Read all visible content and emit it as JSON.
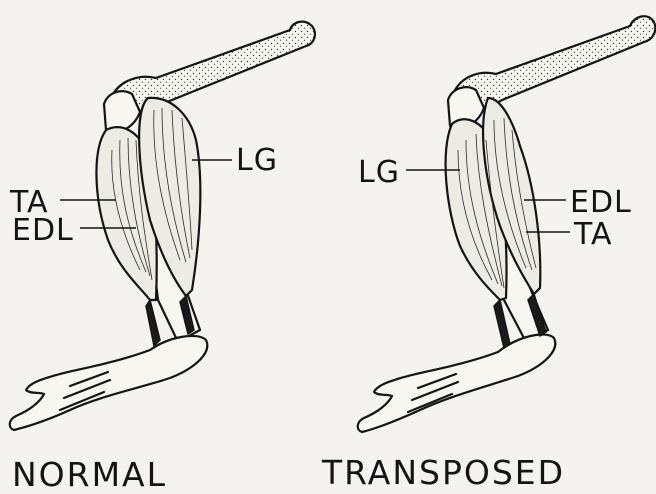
{
  "panels": [
    {
      "caption": "NORMAL",
      "labels": {
        "ta": "TA",
        "edl": "EDL",
        "lg": "LG"
      }
    },
    {
      "caption": "TRANSPOSED",
      "labels": {
        "lg": "LG",
        "edl": "EDL",
        "ta": "TA"
      }
    }
  ]
}
